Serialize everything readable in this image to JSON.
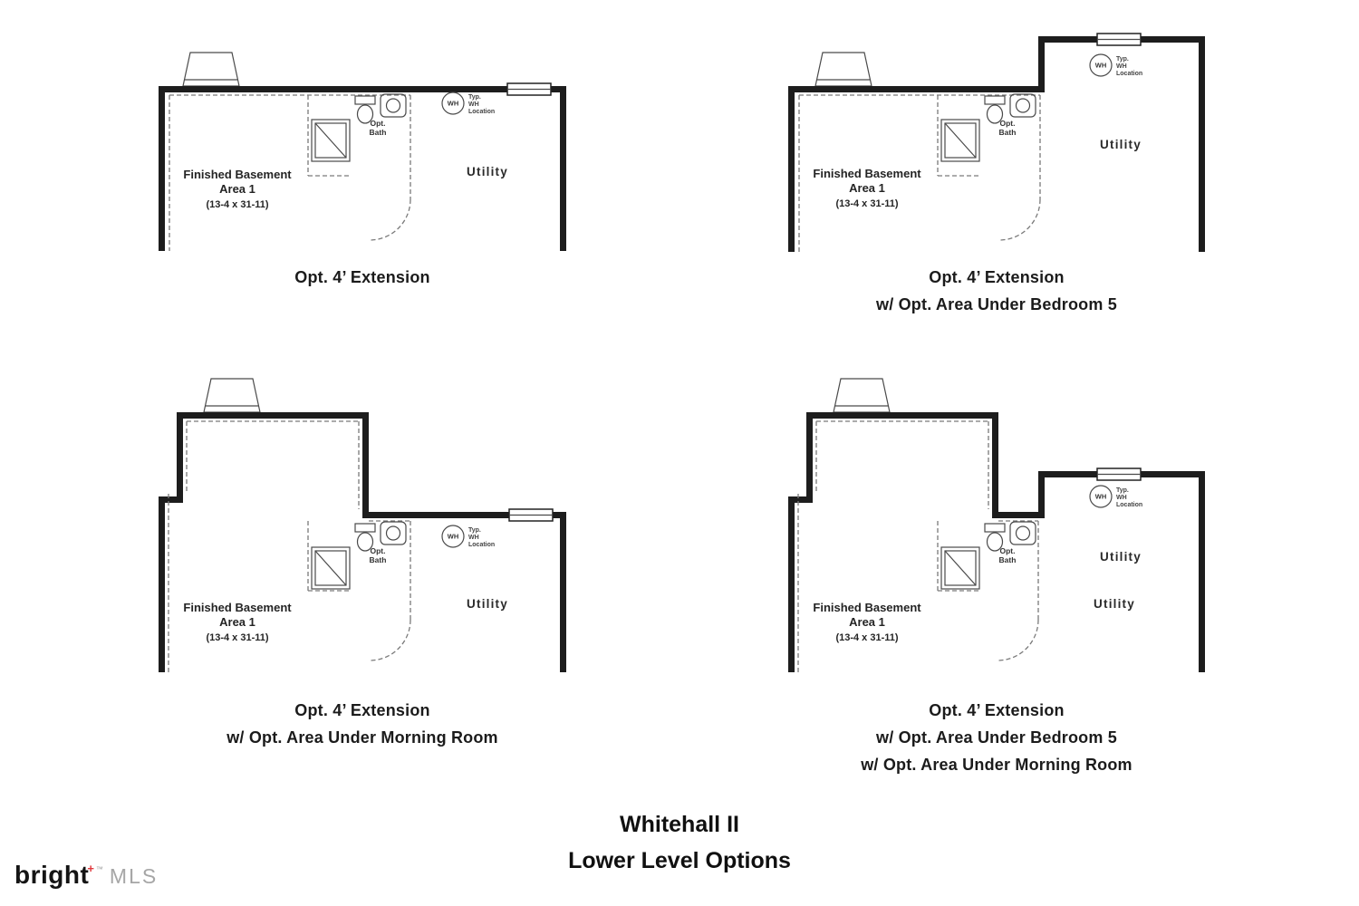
{
  "title": {
    "line1": "Whitehall II",
    "line2": "Lower Level Options"
  },
  "logo": {
    "brand": "bright",
    "mark": "+",
    "tm": "™",
    "suffix": "MLS"
  },
  "plans": [
    {
      "caption": [
        "Opt. 4’ Extension"
      ],
      "room": {
        "name": "Finished Basement",
        "area": "Area 1",
        "dims": "(13-4 x 31-11)"
      },
      "bath": {
        "line1": "Opt.",
        "line2": "Bath"
      },
      "wh": {
        "circle": "WH",
        "note1": "Typ.",
        "note2": "WH",
        "note3": "Location"
      },
      "utility": "Utility"
    },
    {
      "caption": [
        "Opt. 4’ Extension",
        "w/ Opt. Area Under Bedroom 5"
      ],
      "room": {
        "name": "Finished Basement",
        "area": "Area 1",
        "dims": "(13-4 x 31-11)"
      },
      "bath": {
        "line1": "Opt.",
        "line2": "Bath"
      },
      "wh": {
        "circle": "WH",
        "note1": "Typ.",
        "note2": "WH",
        "note3": "Location"
      },
      "utility": "Utility"
    },
    {
      "caption": [
        "Opt. 4’ Extension",
        "w/ Opt. Area Under Morning Room"
      ],
      "room": {
        "name": "Finished Basement",
        "area": "Area 1",
        "dims": "(13-4 x 31-11)"
      },
      "bath": {
        "line1": "Opt.",
        "line2": "Bath"
      },
      "wh": {
        "circle": "WH",
        "note1": "Typ.",
        "note2": "WH",
        "note3": "Location"
      },
      "utility": "Utility"
    },
    {
      "caption": [
        "Opt. 4’ Extension",
        "w/ Opt. Area Under Bedroom 5",
        "w/ Opt. Area Under Morning Room"
      ],
      "room": {
        "name": "Finished Basement",
        "area": "Area 1",
        "dims": "(13-4 x 31-11)"
      },
      "bath": {
        "line1": "Opt.",
        "line2": "Bath"
      },
      "wh": {
        "circle": "WH",
        "note1": "Typ.",
        "note2": "WH",
        "note3": "Location"
      },
      "utility": "Utility",
      "utility2": "Utility"
    }
  ]
}
